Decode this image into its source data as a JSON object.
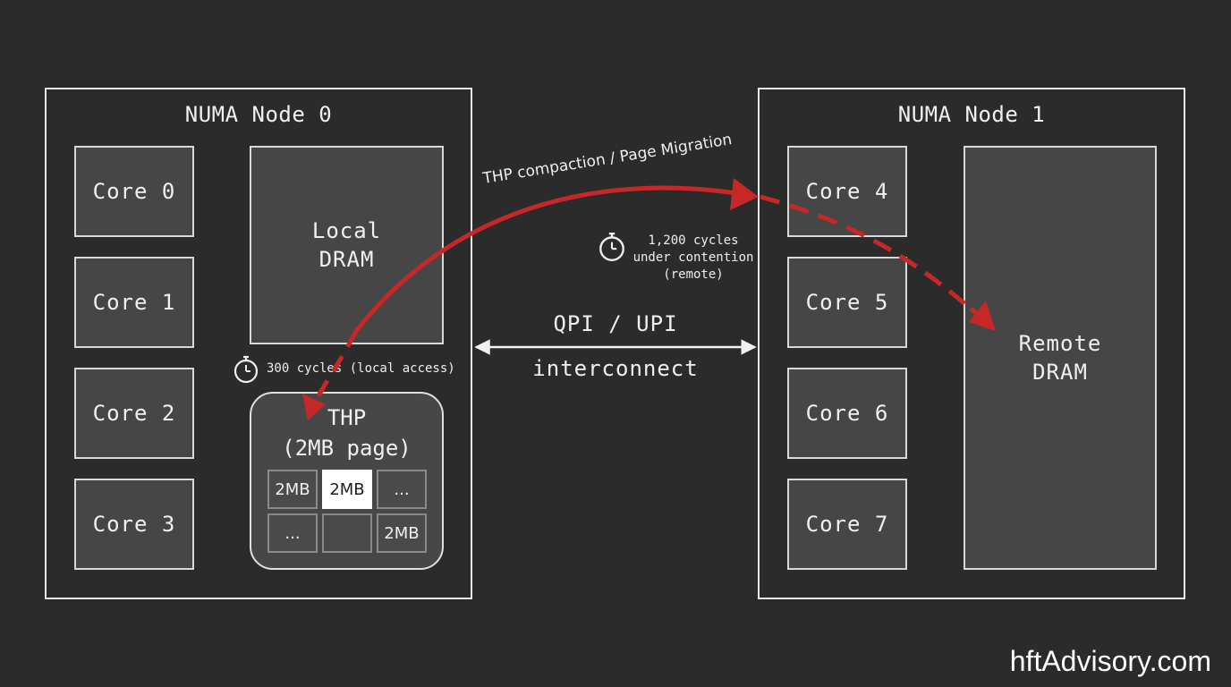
{
  "node0": {
    "title": "NUMA Node 0",
    "cores": [
      "Core 0",
      "Core 1",
      "Core 2",
      "Core 3"
    ],
    "dram_label": "Local\nDRAM",
    "thp": {
      "title": "THP\n(2MB page)",
      "cells": [
        "2MB",
        "2MB",
        "...",
        "...",
        "",
        "2MB"
      ]
    },
    "latency_label": "300 cycles (local access)"
  },
  "node1": {
    "title": "NUMA Node 1",
    "cores": [
      "Core 4",
      "Core 5",
      "Core 6",
      "Core 7"
    ],
    "dram_label": "Remote\nDRAM",
    "latency_lines": [
      "1,200 cycles",
      "under contention",
      "(remote)"
    ]
  },
  "interconnect": {
    "line1": "QPI / UPI",
    "line2": "interconnect"
  },
  "migration_label": "THP compaction / Page Migration",
  "watermark": "hftAdvisory.com",
  "colors": {
    "background": "#2b2b2b",
    "box_fill": "#464646",
    "border": "#e8e8e8",
    "migration_arrow": "#c62828",
    "highlight_cell": "#ffffff"
  },
  "icons": [
    "stopwatch-icon"
  ]
}
